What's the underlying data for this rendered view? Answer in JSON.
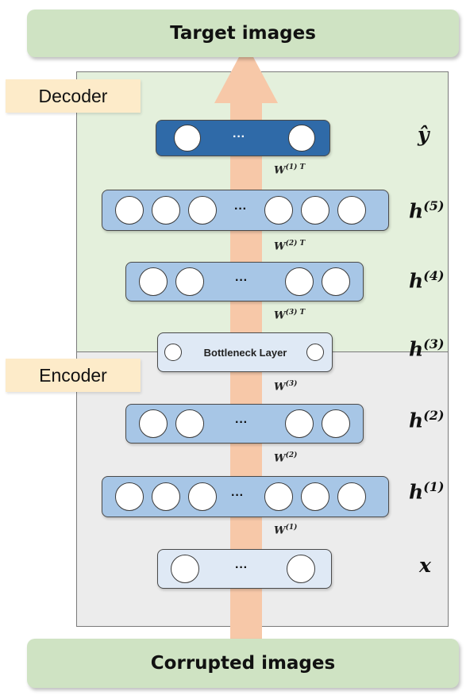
{
  "banners": {
    "top": "Target images",
    "bottom": "Corrupted images"
  },
  "sections": {
    "decoder": "Decoder",
    "encoder": "Encoder"
  },
  "layers": {
    "y_hat": {
      "ellipsis": "···"
    },
    "h5": {
      "ellipsis": "···"
    },
    "h4": {
      "ellipsis": "···"
    },
    "bottleneck": {
      "label": "Bottleneck Layer"
    },
    "h2": {
      "ellipsis": "···"
    },
    "h1": {
      "ellipsis": "···"
    },
    "x": {
      "ellipsis": "···"
    }
  },
  "weights": {
    "w1T": {
      "base": "W",
      "sup": "(1) T"
    },
    "w2T": {
      "base": "W",
      "sup": "(2) T"
    },
    "w3T": {
      "base": "W",
      "sup": "(3) T"
    },
    "w3": {
      "base": "W",
      "sup": "(3)"
    },
    "w2": {
      "base": "W",
      "sup": "(2)"
    },
    "w1": {
      "base": "W",
      "sup": "(1)"
    }
  },
  "labels": {
    "y_hat": {
      "text": "ŷ"
    },
    "h5": {
      "base": "h",
      "sup": "(5)"
    },
    "h4": {
      "base": "h",
      "sup": "(4)"
    },
    "h3": {
      "base": "h",
      "sup": "(3)"
    },
    "h2": {
      "base": "h",
      "sup": "(2)"
    },
    "h1": {
      "base": "h",
      "sup": "(1)"
    },
    "x": {
      "text": "x"
    }
  },
  "colors": {
    "banner": "#cfe3c3",
    "decoder_region": "#e4f0dc",
    "encoder_region": "#ececec",
    "section_tag": "#fdebc9",
    "arrow": "#f7c8a8",
    "layer": "#a7c6e6",
    "output_layer": "#2f6aa8",
    "input_layer": "#dfe9f5"
  }
}
